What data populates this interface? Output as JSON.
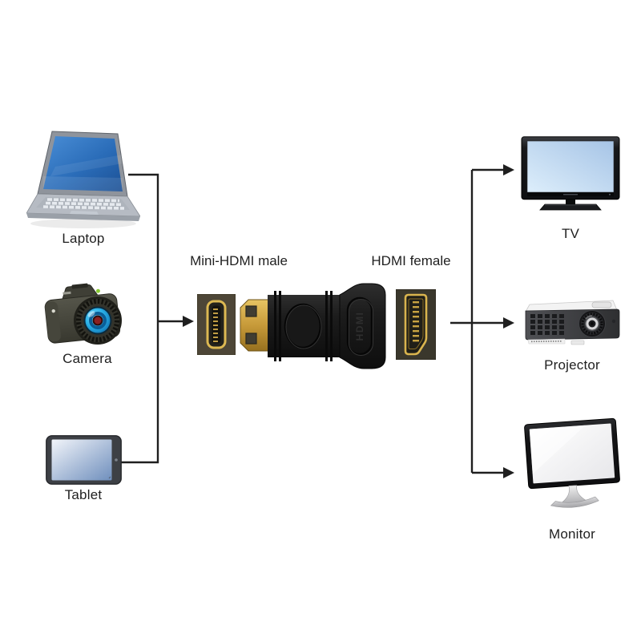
{
  "background": "#ffffff",
  "connector": {
    "color": "#1f1f1f"
  },
  "text_color": "#1f1f1f",
  "sources": [
    {
      "label": "Laptop",
      "icon": "laptop-icon"
    },
    {
      "label": "Camera",
      "icon": "camera-icon"
    },
    {
      "label": "Tablet",
      "icon": "tablet-icon"
    }
  ],
  "adapter": {
    "male_port_label": "Mini-HDMI male",
    "female_port_label": "HDMI female",
    "embossed_text": "HDMI",
    "mini_port_icon": "mini-hdmi-port-photo",
    "adapter_icon": "mini-hdmi-to-hdmi-adapter-photo",
    "female_port_icon": "hdmi-female-port-photo",
    "gold_color": "#cda347",
    "plastic_color": "#1b1b1b"
  },
  "targets": [
    {
      "label": "TV",
      "icon": "tv-icon"
    },
    {
      "label": "Projector",
      "icon": "projector-icon"
    },
    {
      "label": "Monitor",
      "icon": "monitor-icon"
    }
  ]
}
